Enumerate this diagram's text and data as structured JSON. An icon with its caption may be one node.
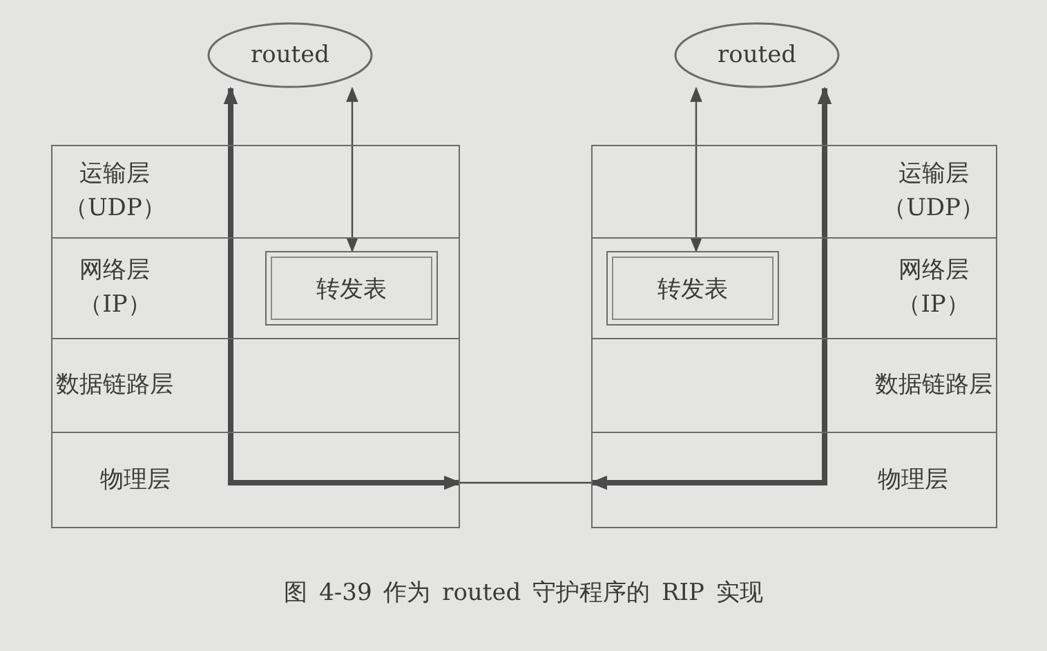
{
  "diagram": {
    "caption": "图 4-39 作为 routed 守护程序的 RIP 实现",
    "nodes": [
      {
        "text": [
          "routed"
        ]
      },
      {
        "text": [
          "routed"
        ]
      },
      {
        "text": [
          "运输层（UDP）"
        ]
      },
      {
        "text": [
          "网络层（IP）"
        ]
      },
      {
        "text": [
          "转发表"
        ]
      },
      {
        "text": [
          "数据链路层"
        ]
      },
      {
        "text": [
          "物理层"
        ]
      },
      {
        "text": [
          "运输层（UDP）"
        ]
      },
      {
        "text": [
          "网络层（IP）"
        ]
      },
      {
        "text": [
          "转发表"
        ]
      },
      {
        "text": [
          "数据链路层"
        ]
      },
      {
        "text": [
          "物理层"
        ]
      }
    ],
    "edges": [
      {
        "from": 0,
        "to": 4,
        "arrow": "both"
      },
      {
        "from": 6,
        "to": 0,
        "arrow": "both",
        "style": "thick"
      },
      {
        "from": 6,
        "to": 11,
        "arrow": "none"
      },
      {
        "from": 11,
        "to": 1,
        "arrow": "both",
        "style": "thick"
      },
      {
        "from": 1,
        "to": 9,
        "arrow": "both"
      }
    ]
  }
}
